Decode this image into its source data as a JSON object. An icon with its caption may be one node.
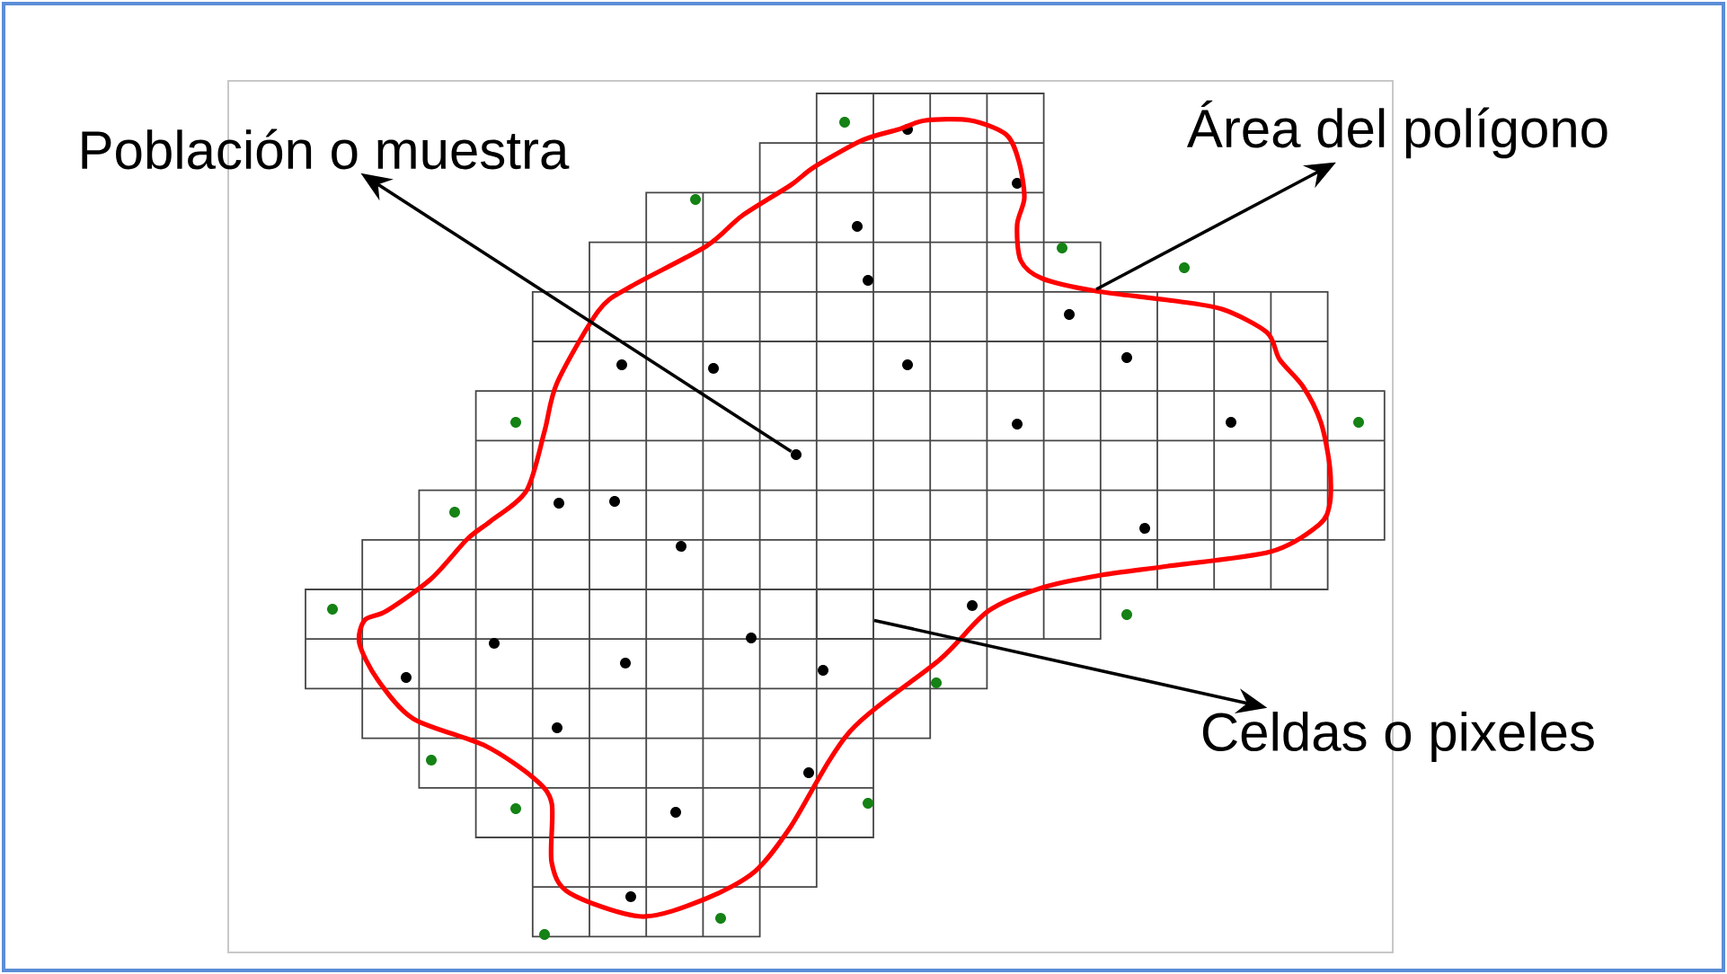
{
  "diagram": {
    "nodes": [
      {
        "text": [
          "Población o muestra"
        ]
      },
      {
        "text": [
          "Área del polígono"
        ]
      },
      {
        "text": [
          "Celdas o pixeles"
        ]
      },
      {
        "text": [],
        "shape": "circle",
        "in": 4
      },
      {
        "text": [],
        "shape": "polygon"
      },
      {
        "text": [],
        "shape": "box",
        "in": 4
      }
    ],
    "edges": [
      {
        "from": 3,
        "to": 0,
        "arrow": "to"
      },
      {
        "from": 4,
        "to": 1,
        "arrow": "to"
      },
      {
        "from": 5,
        "to": 2,
        "arrow": "to"
      }
    ]
  }
}
